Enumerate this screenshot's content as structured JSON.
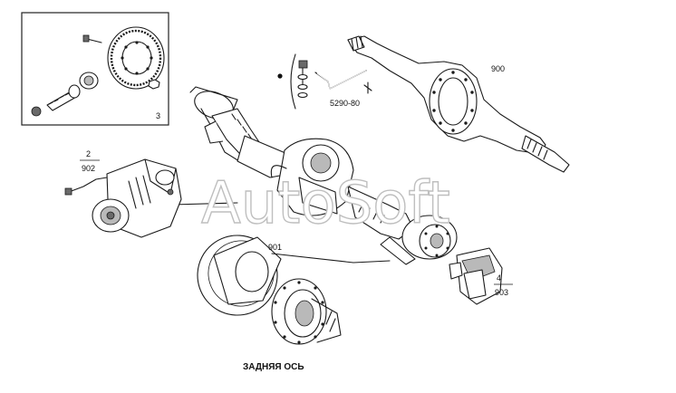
{
  "diagram": {
    "caption": "ЗАДНЯЯ ОСЬ",
    "watermark": "AutoSoft",
    "callouts": {
      "inset_group": "3",
      "assembly_group_top": "2",
      "assembly_group_bottom": "902",
      "brake_disc": "901",
      "housing": "900",
      "vent_kit": "5290-80",
      "caliper_group_top": "4",
      "caliper_group_bottom": "903"
    }
  }
}
